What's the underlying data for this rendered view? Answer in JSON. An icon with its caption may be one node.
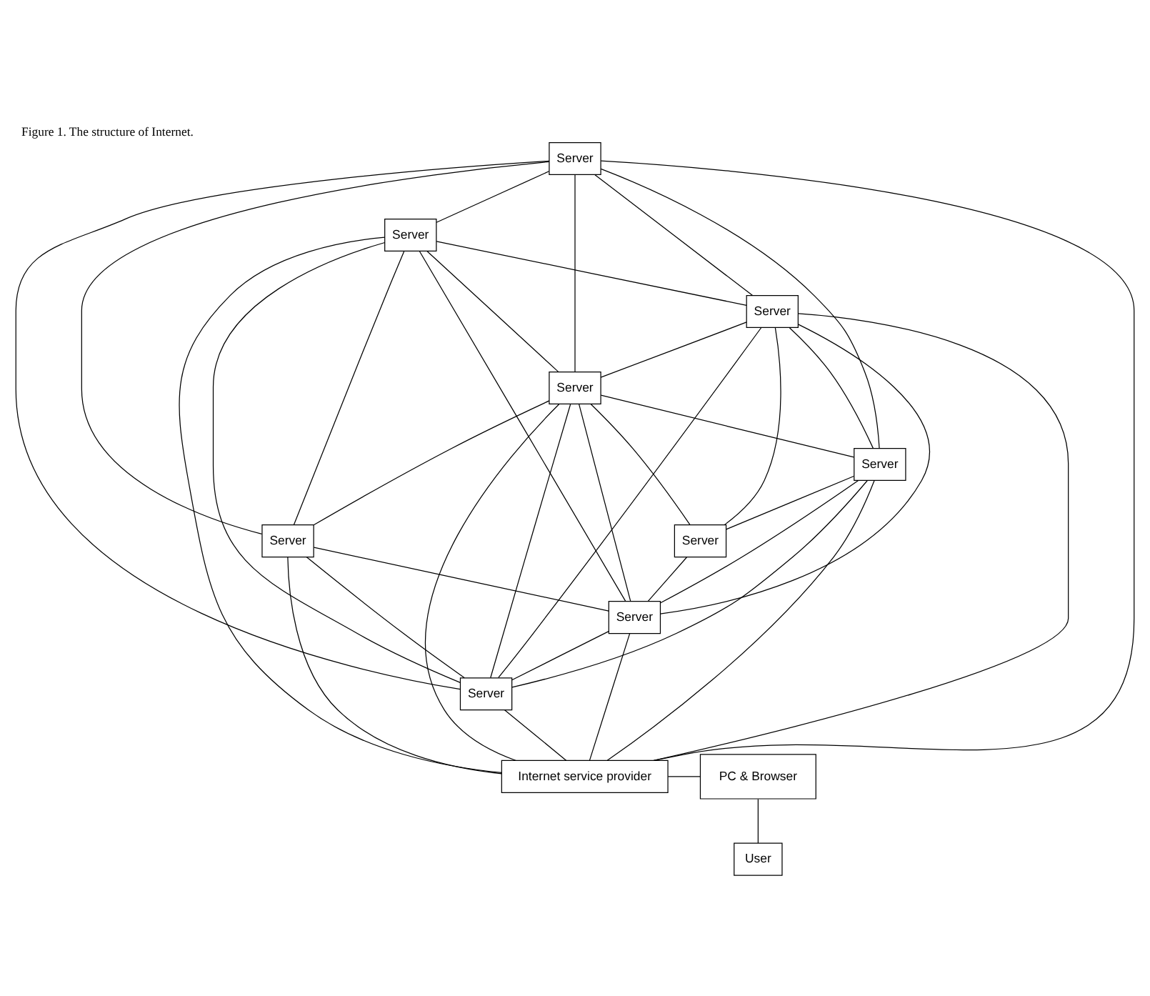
{
  "diagram": {
    "caption": "Figure 1. The structure of Internet.",
    "nodes": [
      {
        "text": [
          "Server"
        ]
      },
      {
        "text": [
          "Server"
        ]
      },
      {
        "text": [
          "Server"
        ]
      },
      {
        "text": [
          "Server"
        ]
      },
      {
        "text": [
          "Server"
        ]
      },
      {
        "text": [
          "Server"
        ]
      },
      {
        "text": [
          "Server"
        ]
      },
      {
        "text": [
          "Server"
        ]
      },
      {
        "text": [
          "Server"
        ]
      },
      {
        "text": [
          "Internet service provider"
        ]
      },
      {
        "text": [
          "PC & Browser"
        ]
      },
      {
        "text": [
          "User"
        ]
      }
    ],
    "edges": [
      {
        "from": 0,
        "to": 1,
        "arrow": "none"
      },
      {
        "from": 0,
        "to": 2,
        "arrow": "none"
      },
      {
        "from": 0,
        "to": 3,
        "arrow": "none"
      },
      {
        "from": 0,
        "to": 4,
        "arrow": "none"
      },
      {
        "from": 0,
        "to": 6,
        "arrow": "none"
      },
      {
        "from": 0,
        "to": 8,
        "arrow": "none"
      },
      {
        "from": 0,
        "to": 9,
        "arrow": "none"
      },
      {
        "from": 1,
        "to": 2,
        "arrow": "none"
      },
      {
        "from": 1,
        "to": 3,
        "arrow": "none"
      },
      {
        "from": 1,
        "to": 7,
        "arrow": "none"
      },
      {
        "from": 1,
        "to": 8,
        "arrow": "none"
      },
      {
        "from": 1,
        "to": 9,
        "arrow": "none"
      },
      {
        "from": 1,
        "to": 6,
        "arrow": "none"
      },
      {
        "from": 2,
        "to": 3,
        "arrow": "none"
      },
      {
        "from": 2,
        "to": 4,
        "arrow": "none"
      },
      {
        "from": 2,
        "to": 5,
        "arrow": "none"
      },
      {
        "from": 2,
        "to": 7,
        "arrow": "none"
      },
      {
        "from": 2,
        "to": 8,
        "arrow": "none"
      },
      {
        "from": 2,
        "to": 9,
        "arrow": "none"
      },
      {
        "from": 3,
        "to": 4,
        "arrow": "none"
      },
      {
        "from": 3,
        "to": 5,
        "arrow": "none"
      },
      {
        "from": 3,
        "to": 7,
        "arrow": "none"
      },
      {
        "from": 3,
        "to": 8,
        "arrow": "none"
      },
      {
        "from": 3,
        "to": 6,
        "arrow": "none"
      },
      {
        "from": 3,
        "to": 9,
        "arrow": "none"
      },
      {
        "from": 4,
        "to": 5,
        "arrow": "none"
      },
      {
        "from": 4,
        "to": 7,
        "arrow": "none"
      },
      {
        "from": 4,
        "to": 8,
        "arrow": "none"
      },
      {
        "from": 4,
        "to": 9,
        "arrow": "none"
      },
      {
        "from": 5,
        "to": 7,
        "arrow": "none"
      },
      {
        "from": 6,
        "to": 7,
        "arrow": "none"
      },
      {
        "from": 6,
        "to": 8,
        "arrow": "none"
      },
      {
        "from": 6,
        "to": 9,
        "arrow": "none"
      },
      {
        "from": 7,
        "to": 8,
        "arrow": "none"
      },
      {
        "from": 7,
        "to": 9,
        "arrow": "none"
      },
      {
        "from": 8,
        "to": 9,
        "arrow": "none"
      },
      {
        "from": 9,
        "to": 10,
        "arrow": "none"
      },
      {
        "from": 10,
        "to": 11,
        "arrow": "none"
      }
    ]
  }
}
